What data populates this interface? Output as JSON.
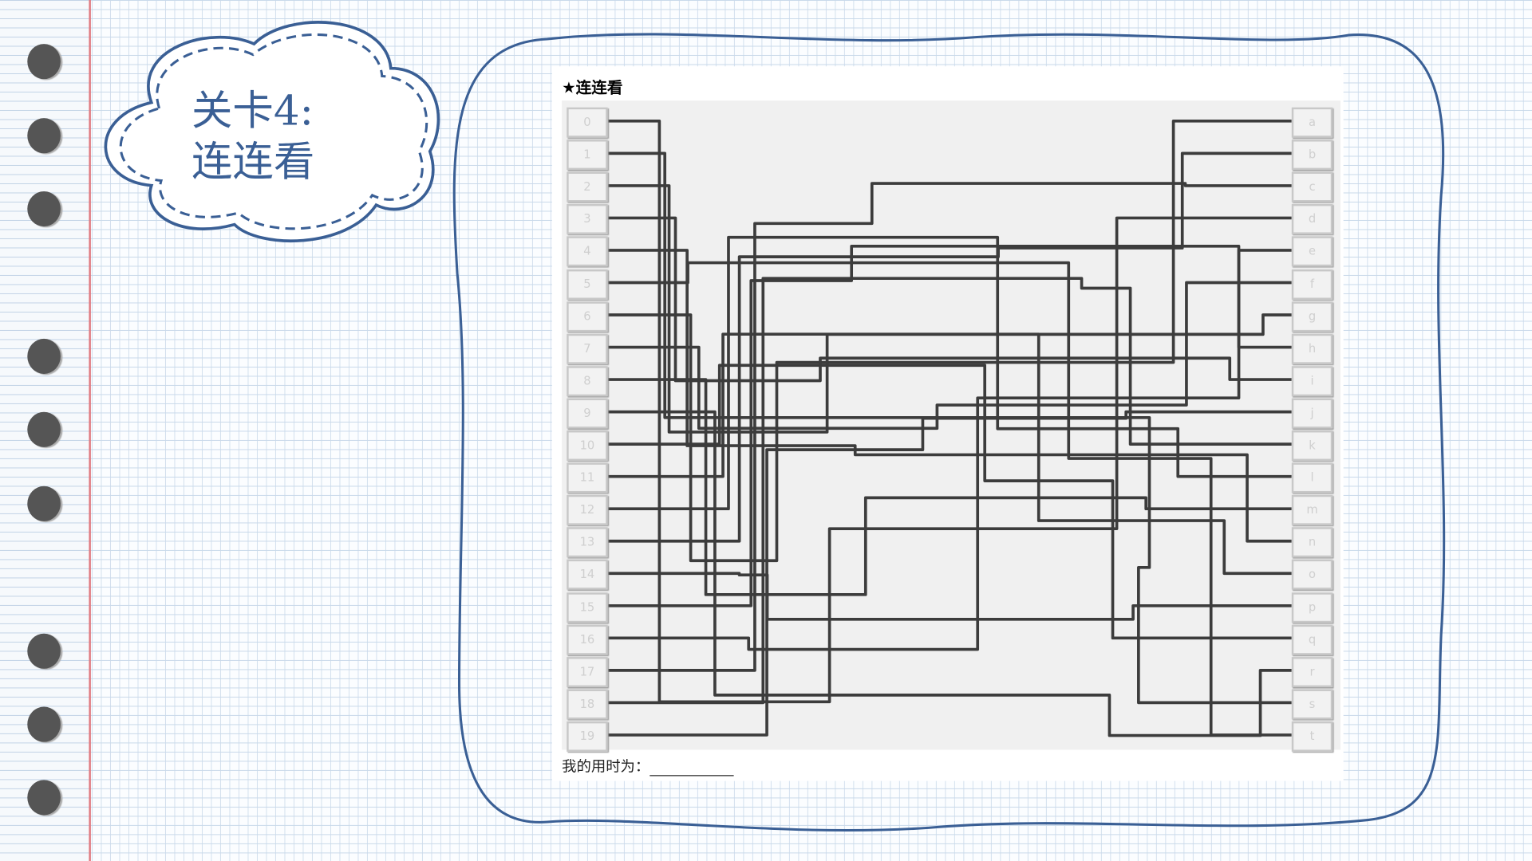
{
  "title_card": {
    "line1": "关卡4:",
    "line2": "连连看"
  },
  "puzzle": {
    "title": "★连连看",
    "left_labels": [
      "0",
      "1",
      "2",
      "3",
      "4",
      "5",
      "6",
      "7",
      "8",
      "9",
      "10",
      "11",
      "12",
      "13",
      "14",
      "15",
      "16",
      "17",
      "18",
      "19"
    ],
    "right_labels": [
      "a",
      "b",
      "c",
      "d",
      "e",
      "f",
      "g",
      "h",
      "i",
      "j",
      "k",
      "l",
      "m",
      "n",
      "o",
      "p",
      "q",
      "r",
      "s",
      "t"
    ],
    "footer_label": "我的用时为："
  },
  "colors": {
    "frame": "#3a5f95",
    "line": "#3c3c3c",
    "dot": "#555555",
    "margin": "#e07a80"
  }
}
